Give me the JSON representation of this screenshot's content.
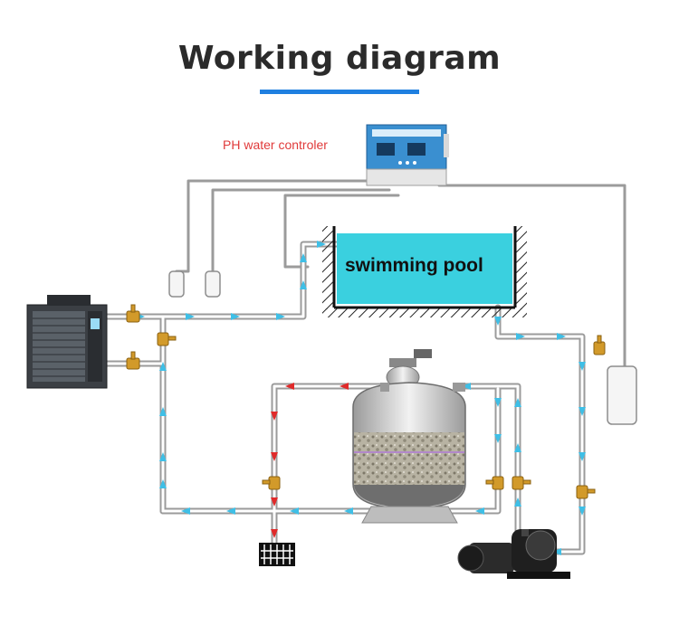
{
  "header": {
    "title": "Working diagram"
  },
  "labels": {
    "ph_controller": "PH water controler",
    "pool": "swimming pool"
  },
  "colors": {
    "title_underline": "#1f7fe0",
    "pipe_flow_arrow": "#3fbfe6",
    "drain_flow_arrow": "#e02a2a",
    "pool_water": "#3ad0df",
    "ph_label": "#e03a3a"
  }
}
